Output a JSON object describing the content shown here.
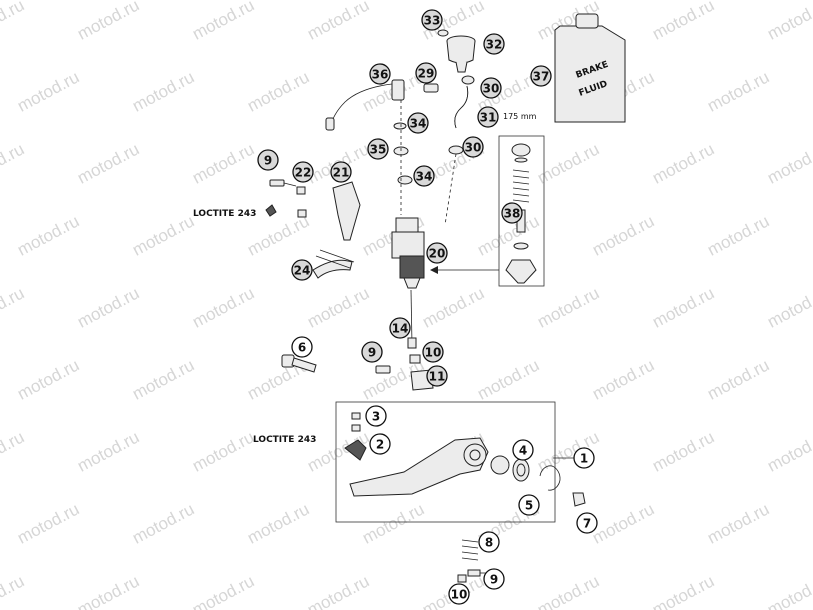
{
  "watermark": "motod.ru",
  "labels": {
    "loctite_top": "LOCTITE 243",
    "loctite_bottom": "LOCTITE 243",
    "hose_length": "175 mm",
    "bottle_text": [
      "BRAKE",
      "FLUID"
    ]
  },
  "callouts": [
    {
      "id": "c33",
      "num": "33",
      "style": "grey"
    },
    {
      "id": "c32",
      "num": "32",
      "style": "grey"
    },
    {
      "id": "c36",
      "num": "36",
      "style": "grey"
    },
    {
      "id": "c29",
      "num": "29",
      "style": "grey"
    },
    {
      "id": "c30a",
      "num": "30",
      "style": "grey"
    },
    {
      "id": "c37",
      "num": "37",
      "style": "grey"
    },
    {
      "id": "c31",
      "num": "31",
      "style": "grey"
    },
    {
      "id": "c34a",
      "num": "34",
      "style": "grey"
    },
    {
      "id": "c35",
      "num": "35",
      "style": "grey"
    },
    {
      "id": "c30b",
      "num": "30",
      "style": "grey"
    },
    {
      "id": "c9a",
      "num": "9",
      "style": "grey"
    },
    {
      "id": "c22",
      "num": "22",
      "style": "grey"
    },
    {
      "id": "c21",
      "num": "21",
      "style": "grey"
    },
    {
      "id": "c34b",
      "num": "34",
      "style": "grey"
    },
    {
      "id": "c38",
      "num": "38",
      "style": "grey"
    },
    {
      "id": "c20",
      "num": "20",
      "style": "grey"
    },
    {
      "id": "c24",
      "num": "24",
      "style": "grey"
    },
    {
      "id": "c14",
      "num": "14",
      "style": "grey"
    },
    {
      "id": "c6",
      "num": "6",
      "style": "white"
    },
    {
      "id": "c9b",
      "num": "9",
      "style": "grey"
    },
    {
      "id": "c10a",
      "num": "10",
      "style": "grey"
    },
    {
      "id": "c11",
      "num": "11",
      "style": "grey"
    },
    {
      "id": "c3",
      "num": "3",
      "style": "white"
    },
    {
      "id": "c2",
      "num": "2",
      "style": "white"
    },
    {
      "id": "c4",
      "num": "4",
      "style": "white"
    },
    {
      "id": "c1",
      "num": "1",
      "style": "white"
    },
    {
      "id": "c5",
      "num": "5",
      "style": "white"
    },
    {
      "id": "c7",
      "num": "7",
      "style": "white"
    },
    {
      "id": "c8",
      "num": "8",
      "style": "white"
    },
    {
      "id": "c9c",
      "num": "9",
      "style": "white"
    },
    {
      "id": "c10b",
      "num": "10",
      "style": "white"
    }
  ]
}
